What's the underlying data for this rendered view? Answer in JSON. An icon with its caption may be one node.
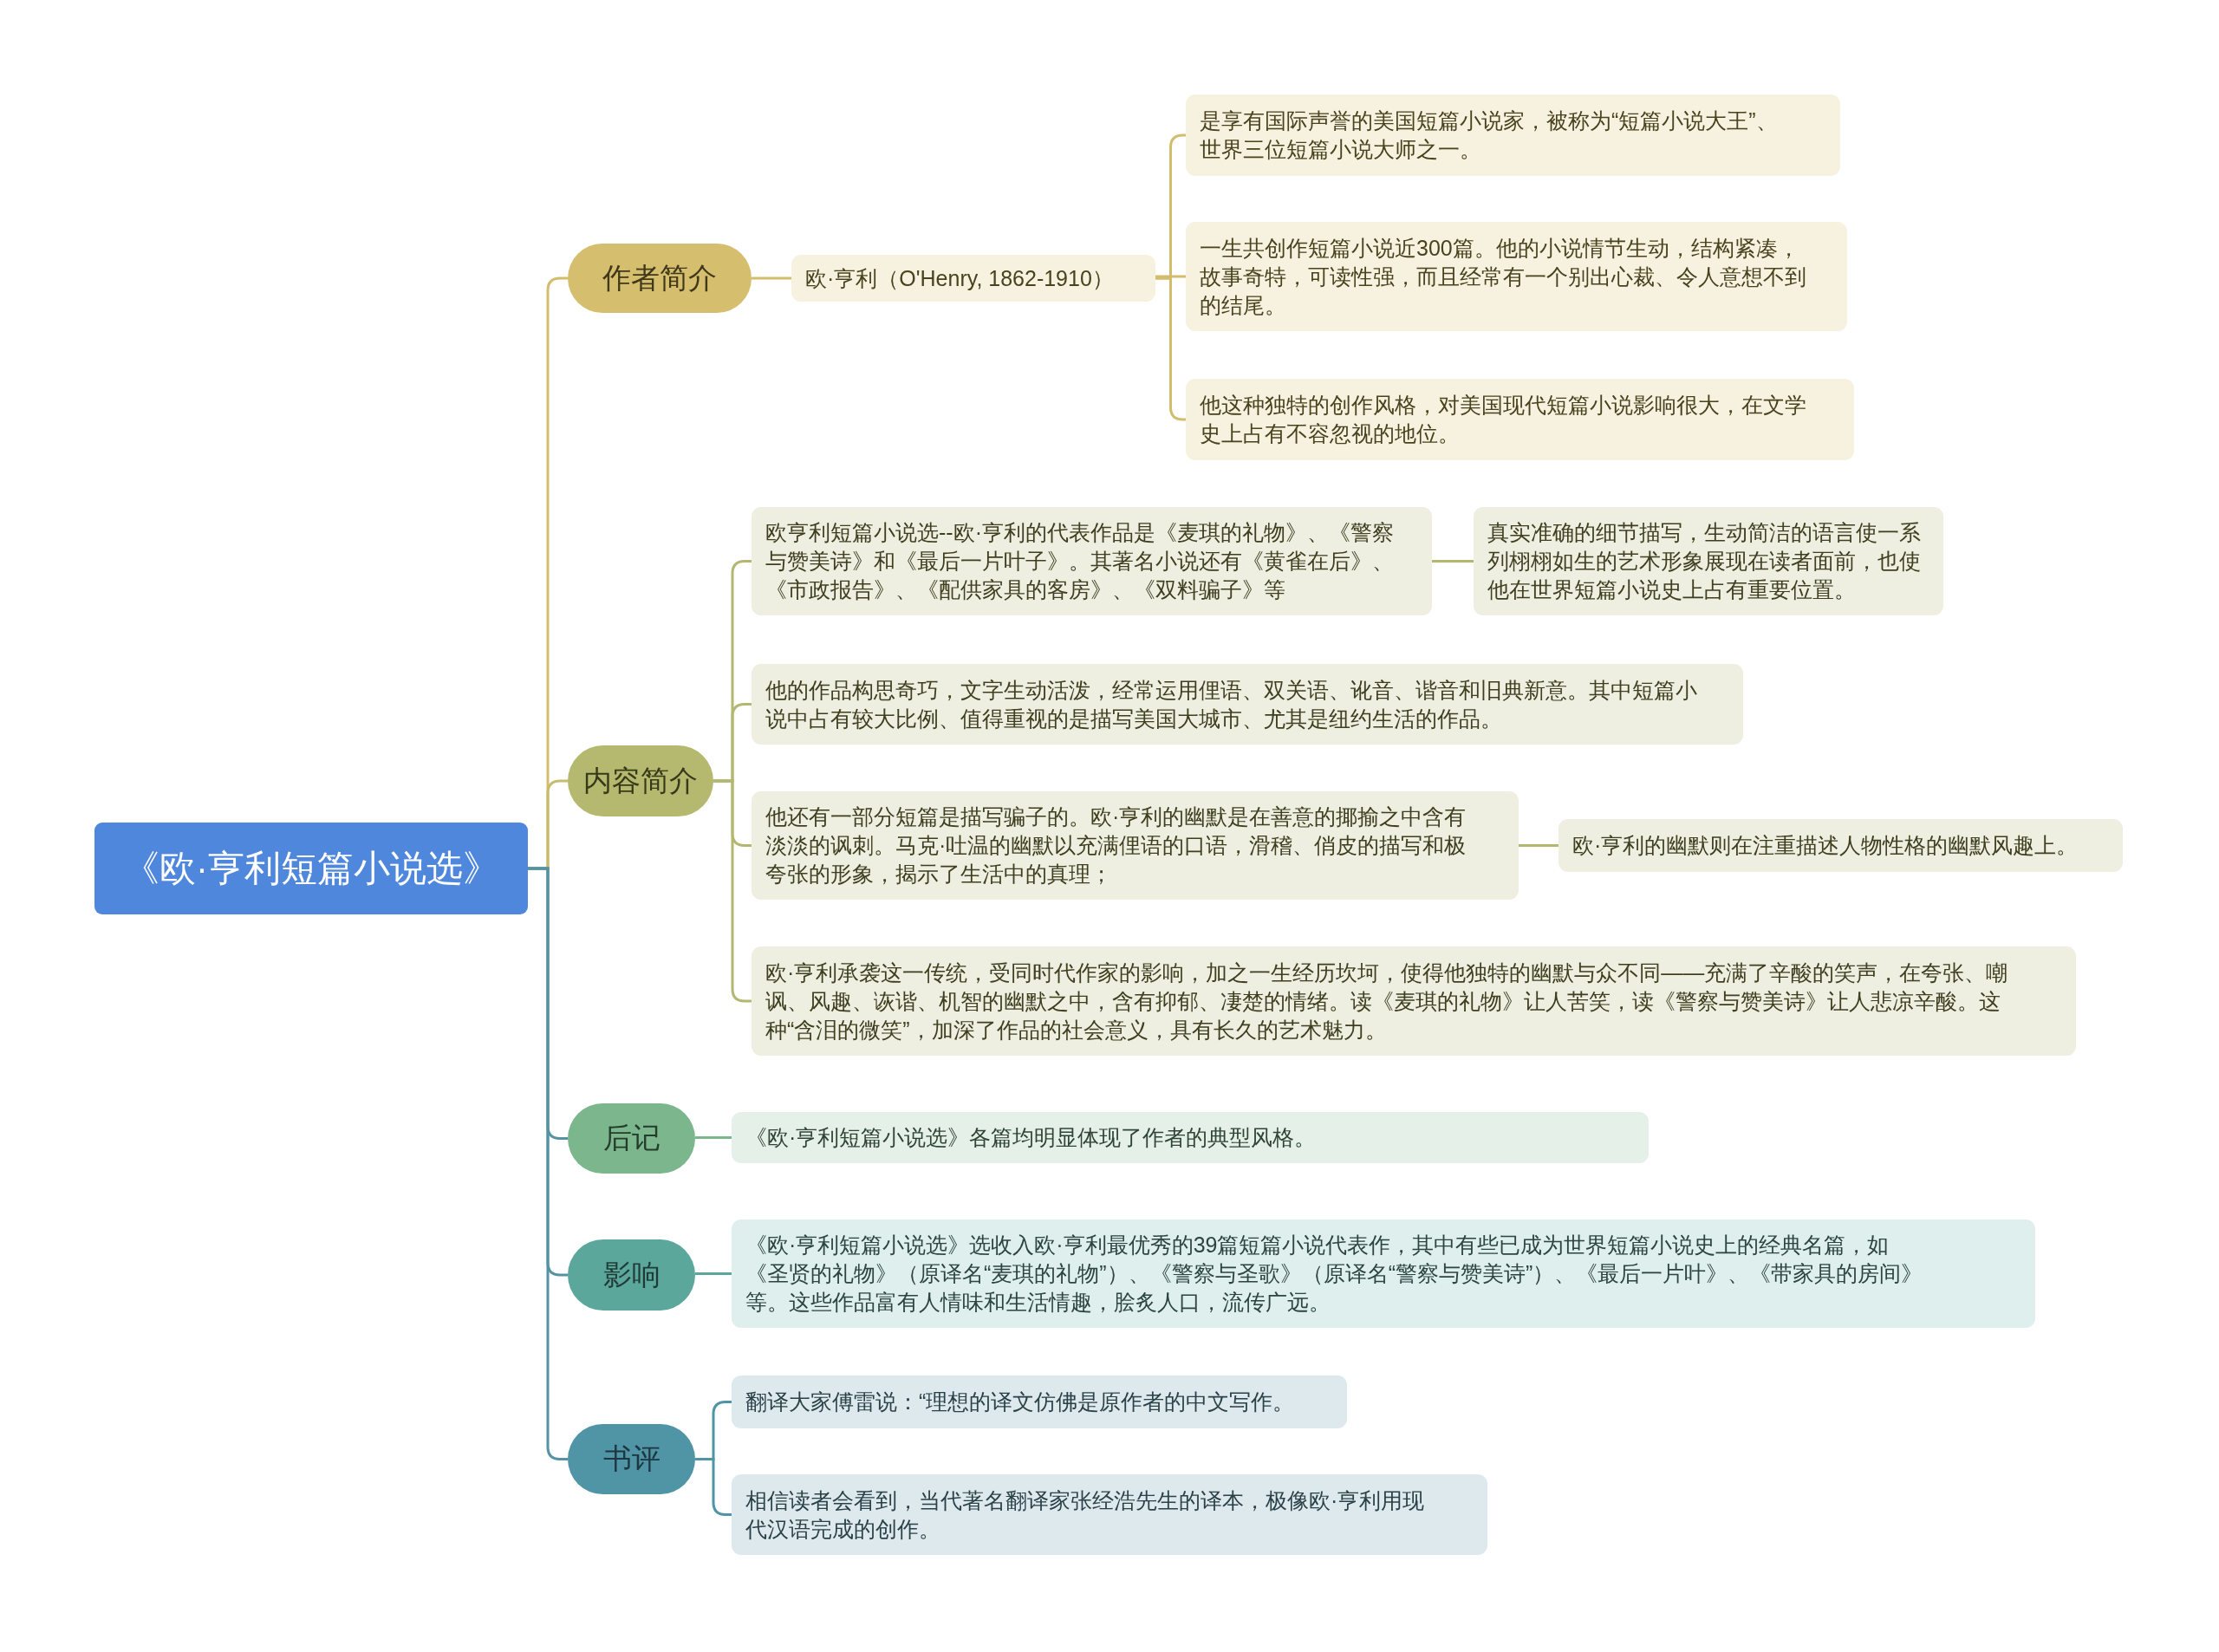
{
  "diagram": {
    "nodes": [
      {
        "text": [
          "《欧·亨利短篇小说选》"
        ]
      },
      {
        "text": [
          "作者简介"
        ]
      },
      {
        "text": [
          "欧·亨利（O'Henry, 1862-1910）"
        ]
      },
      {
        "text": [
          "是享有国际声誉的美国短篇小说家，被称为“短篇小说大王”、世界三位短篇小说大师之一。"
        ]
      },
      {
        "text": [
          "一生共创作短篇小说近300篇。他的小说情节生动，结构紧凑，故事奇特，可读性强，而且经常有一个别出心裁、令人意想不到的结尾。"
        ]
      },
      {
        "text": [
          "他这种独特的创作风格，对美国现代短篇小说影响很大，在文学史上占有不容忽视的地位。"
        ]
      },
      {
        "text": [
          "内容简介"
        ]
      },
      {
        "text": [
          "欧亨利短篇小说选--欧·亨利的代表作品是《麦琪的礼物》、《警察与赞美诗》和《最后一片叶子》。其著名小说还有《黄雀在后》、《市政报告》、《配供家具的客房》、《双料骗子》等"
        ]
      },
      {
        "text": [
          "真实准确的细节描写，生动简洁的语言使一系列栩栩如生的艺术形象展现在读者面前，也使他在世界短篇小说史上占有重要位置。"
        ]
      },
      {
        "text": [
          "他的作品构思奇巧，文字生动活泼，经常运用俚语、双关语、讹音、谐音和旧典新意。其中短篇小说中占有较大比例、值得重视的是描写美国大城市、尤其是纽约生活的作品。"
        ]
      },
      {
        "text": [
          "他还有一部分短篇是描写骗子的。欧·亨利的幽默是在善意的揶揄之中含有淡淡的讽刺。马克·吐温的幽默以充满俚语的口语，滑稽、俏皮的描写和极夸张的形象，揭示了生活中的真理；"
        ]
      },
      {
        "text": [
          "欧·亨利的幽默则在注重描述人物性格的幽默风趣上。"
        ]
      },
      {
        "text": [
          "欧·亨利承袭这一传统，受同时代作家的影响，加之一生经历坎坷，使得他独特的幽默与众不同——充满了辛酸的笑声，在夸张、嘲讽、风趣、诙谐、机智的幽默之中，含有抑郁、凄楚的情绪。读《麦琪的礼物》让人苦笑，读《警察与赞美诗》让人悲凉辛酸。这种“含泪的微笑”，加深了作品的社会意义，具有长久的艺术魅力。"
        ]
      },
      {
        "text": [
          "后记"
        ]
      },
      {
        "text": [
          "《欧·亨利短篇小说选》各篇均明显体现了作者的典型风格。"
        ]
      },
      {
        "text": [
          "影响"
        ]
      },
      {
        "text": [
          "《欧·亨利短篇小说选》选收入欧·亨利最优秀的39篇短篇小说代表作，其中有些已成为世界短篇小说史上的经典名篇，如《圣贤的礼物》（原译名“麦琪的礼物”）、《警察与圣歌》（原译名“警察与赞美诗”）、《最后一片叶》、《带家具的房间》等。这些作品富有人情味和生活情趣，脍炙人口，流传广远。"
        ]
      },
      {
        "text": [
          "书评"
        ]
      },
      {
        "text": [
          "翻译大家傅雷说：“理想的译文仿佛是原作者的中文写作。"
        ]
      },
      {
        "text": [
          "相信读者会看到，当代著名翻译家张经浩先生的译本，极像欧·亨利用现代汉语完成的创作。"
        ]
      }
    ],
    "edges": [
      {
        "from": 0,
        "to": 1,
        "arrow": "none",
        "color": "#d3bd6c"
      },
      {
        "from": 1,
        "to": 2,
        "arrow": "none",
        "color": "#d3bd6c"
      },
      {
        "from": 2,
        "to": 3,
        "arrow": "none",
        "color": "#d3bd6c"
      },
      {
        "from": 2,
        "to": 4,
        "arrow": "none",
        "color": "#d3bd6c"
      },
      {
        "from": 2,
        "to": 5,
        "arrow": "none",
        "color": "#d3bd6c"
      },
      {
        "from": 0,
        "to": 6,
        "arrow": "none",
        "color": "#c7bb6e"
      },
      {
        "from": 6,
        "to": 7,
        "arrow": "none",
        "color": "#b3b76f"
      },
      {
        "from": 7,
        "to": 8,
        "arrow": "none",
        "color": "#b3b76f"
      },
      {
        "from": 6,
        "to": 9,
        "arrow": "none",
        "color": "#b3b76f"
      },
      {
        "from": 6,
        "to": 10,
        "arrow": "none",
        "color": "#b3b76f"
      },
      {
        "from": 10,
        "to": 11,
        "arrow": "none",
        "color": "#b3b76f"
      },
      {
        "from": 6,
        "to": 12,
        "arrow": "none",
        "color": "#b3b76f"
      },
      {
        "from": 0,
        "to": 13,
        "arrow": "none",
        "color": "#5593a2"
      },
      {
        "from": 13,
        "to": 14,
        "arrow": "none",
        "color": "#7bb68d"
      },
      {
        "from": 0,
        "to": 15,
        "arrow": "none",
        "color": "#5593a2"
      },
      {
        "from": 15,
        "to": 16,
        "arrow": "none",
        "color": "#5ba79b"
      },
      {
        "from": 0,
        "to": 17,
        "arrow": "none",
        "color": "#5593a2"
      },
      {
        "from": 17,
        "to": 18,
        "arrow": "none",
        "color": "#4f95a6"
      },
      {
        "from": 17,
        "to": 19,
        "arrow": "none",
        "color": "#4f95a6"
      }
    ]
  }
}
